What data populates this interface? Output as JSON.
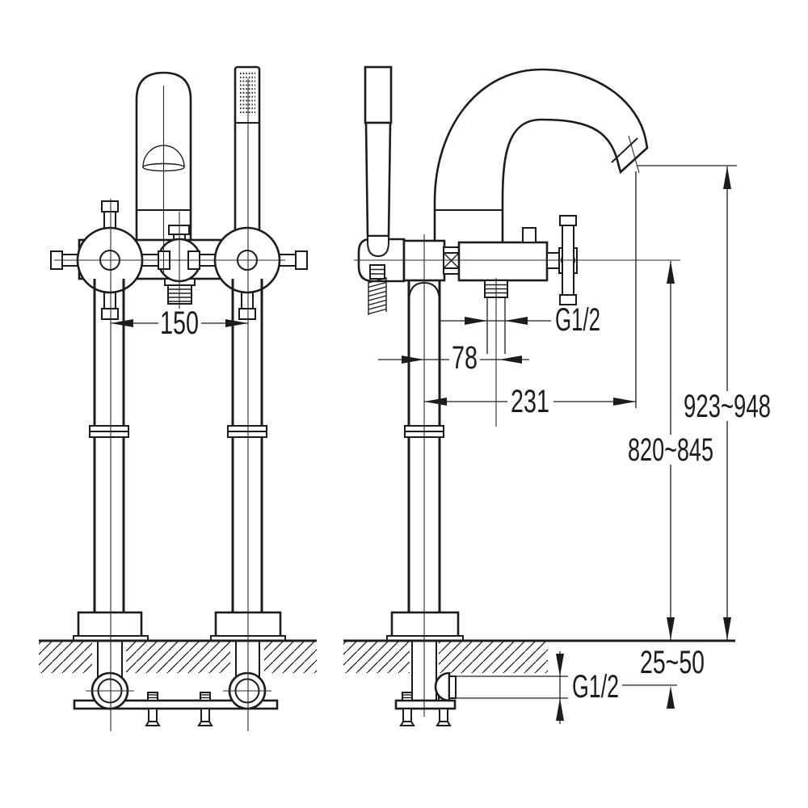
{
  "drawing": {
    "title": "freestanding-bath-shower-mixer-installation-drawing",
    "line_color": "#1c1c1c",
    "background": "#ffffff",
    "dimensions": {
      "inlet_spacing": "150",
      "outlet_offset": "78",
      "outlet_thread": "G1/2",
      "spout_reach": "231",
      "spout_height_range": "923~948",
      "valve_height_range": "820~845",
      "floor_depth_range": "25~50",
      "floor_inlet_thread": "G1/2"
    }
  }
}
